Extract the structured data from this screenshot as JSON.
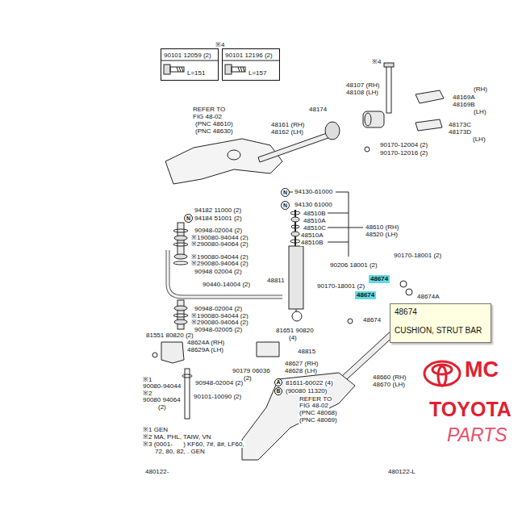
{
  "diagram": {
    "nodes": [
      {
        "text": [
          "90101 12059 (2)",
          "L=151"
        ]
      },
      {
        "text": [
          "90101 12196 (2)",
          "L=157"
        ]
      },
      {
        "text": [
          "N"
        ]
      },
      {
        "text": [
          "N"
        ]
      },
      {
        "text": [
          "N"
        ]
      },
      {
        "text": [
          "48674"
        ]
      },
      {
        "text": [
          "48674"
        ]
      },
      {
        "text": [
          "48674",
          "CUSHION, STRUT BAR"
        ]
      },
      {
        "text": [
          "A"
        ]
      },
      {
        "text": [
          "B"
        ]
      }
    ],
    "labels": [
      "※4",
      "※4",
      "48107 (RH)",
      "48108 (LH)",
      "(RH)",
      "48169A",
      "48169B",
      "(LH)",
      "48173C",
      "48173D",
      "(LH)",
      "48174",
      "REFER TO",
      "FIG 48-02",
      "(PNC 48610)",
      "(PNC 48630)",
      "48161 (RH)",
      "48162 (LH)",
      "90170-12004 (2)",
      "90170-12016 (2)",
      "94130-61000",
      "94130 61000",
      "48510B",
      "48510A",
      "48510C",
      "48510A",
      "48510B",
      "48610 (RH)",
      "48520 (LH)",
      "94182 11000 (2)",
      "94184 51001 (2)",
      "90948-02004 (2)",
      "※190080-94044 (2)",
      "※290080-94064 (2)",
      "※190080-94044 (2)",
      "※290080-94064 (2)",
      "90948 02004 (2)",
      "90440-14004 (2)",
      "48811",
      "90948-02004 (2)",
      "※190080-94044 (2)",
      "※290080-94064 (2)",
      "90948-02005 (2)",
      "90170-18001 (2)",
      "90206 18001 (2)",
      "90170-18001 (2)",
      "48674A",
      "48674",
      "81551 80820 (2)",
      "81651 90820",
      "(4)",
      "48624A (RH)",
      "48629A (LH)",
      "48815",
      "48627 (RH)",
      "48628 (LH)",
      "90179 06036",
      "(2)",
      "90948-02004 (2)",
      "90101-10090 (2)",
      "※1",
      "90080-94044",
      "※2",
      "90080 94064",
      "(2)",
      "81611-60022 (4)",
      "(90080 11320)",
      "REFER TO",
      "FIG 48-02",
      "(PNC 48068)",
      "(PNC 48069)",
      "48660 (RH)",
      "48670 (LH)",
      "※1 GEN",
      "※2 MA, PHL, TAIW, VN",
      "※3 (0001-      ) KF60, 7#, 8#, LF60,",
      "72, 80, 82, . GEN",
      "480122-",
      "480122-L",
      "MC",
      "TOYOTA",
      "PARTS"
    ]
  }
}
